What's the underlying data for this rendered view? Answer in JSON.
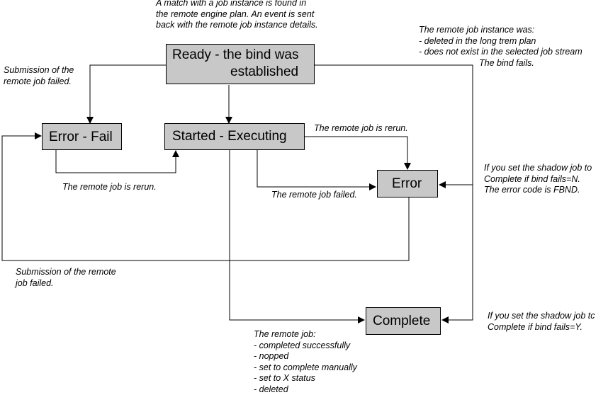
{
  "states": {
    "ready": {
      "line1": "Ready - the bind was",
      "line2": "established"
    },
    "error_fail": {
      "label": "Error - Fail"
    },
    "started": {
      "label": "Started - Executing"
    },
    "error": {
      "label": "Error"
    },
    "complete": {
      "label": "Complete"
    }
  },
  "notes": {
    "match": [
      "A match with a job instance is found in",
      "the remote engine plan. An event is sent",
      "back with the remote job instance details."
    ],
    "remote_instance": [
      "The remote job instance was:",
      "- deleted in the long trem plan",
      "- does not exist in the selected job stream",
      "The bind fails."
    ],
    "submission_failed_top": [
      "Submission of the",
      "remote job failed."
    ],
    "rerun_top": [
      "The remote job is rerun."
    ],
    "shadow_n": [
      "If you set the shadow job to",
      "Complete if bind fails=N.",
      "The error code is FBND."
    ],
    "rerun_bottom": [
      "The remote job is rerun."
    ],
    "remote_failed": [
      "The remote job failed."
    ],
    "submission_failed_bottom": [
      "Submission of the remote",
      "job failed."
    ],
    "shadow_y": [
      "If you set the shadow job tc",
      "Complete if bind fails=Y."
    ],
    "remote_job": [
      "The remote job:",
      "- completed successfully",
      "- nopped",
      "- set to complete manually",
      "- set to X status",
      "- deleted"
    ]
  }
}
